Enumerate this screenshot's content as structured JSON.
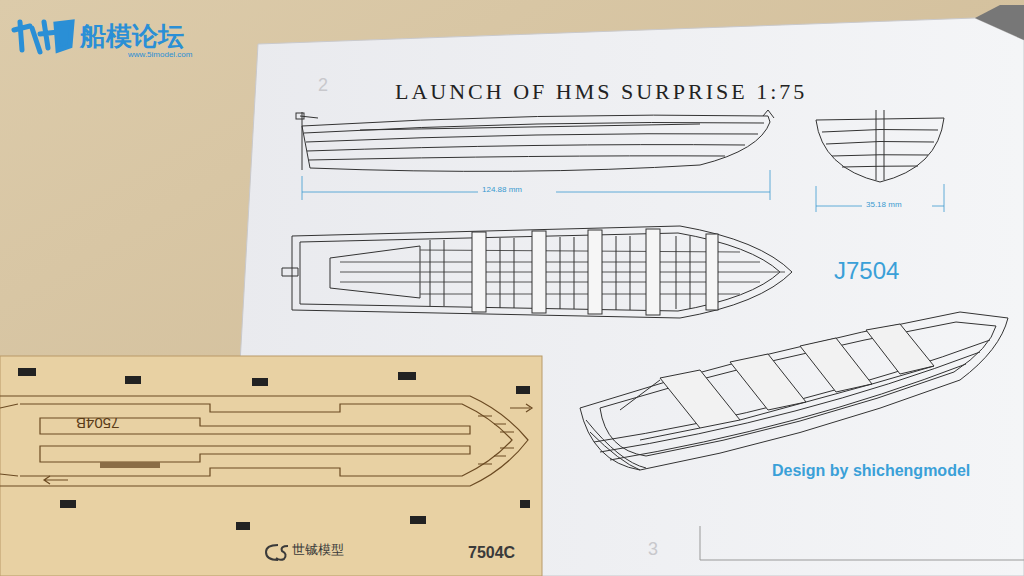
{
  "diagram": {
    "title": "LAUNCH OF HMS SURPRISE 1:75",
    "labels": [
      "船模论坛",
      "www.5imodel.com",
      "2",
      "124.88 mm",
      "35.18 mm",
      "J7504",
      "Design by shichengmodel",
      "3",
      "7504B",
      "世铖模型",
      "7504C"
    ]
  }
}
